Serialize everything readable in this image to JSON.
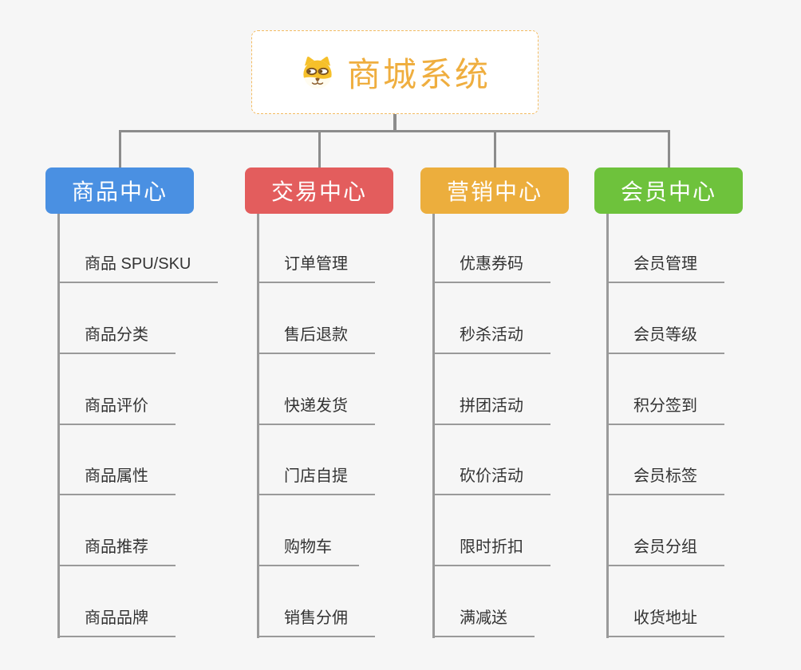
{
  "root": {
    "title": "商城系统",
    "icon": "dog-face-icon"
  },
  "colors": {
    "background": "#f6f6f6",
    "root_border": "#f3bc63",
    "root_text": "#efae3f",
    "connector": "#8c8c8c",
    "leaf_line": "#9a9a9a",
    "leaf_text": "#333333",
    "branch_product": "#4a90e2",
    "branch_trade": "#e35d5d",
    "branch_marketing": "#ecae3d",
    "branch_member": "#6ec23c"
  },
  "branches": [
    {
      "label": "商品中心",
      "color": "#4a90e2",
      "children": [
        "商品 SPU/SKU",
        "商品分类",
        "商品评价",
        "商品属性",
        "商品推荐",
        "商品品牌"
      ]
    },
    {
      "label": "交易中心",
      "color": "#e35d5d",
      "children": [
        "订单管理",
        "售后退款",
        "快递发货",
        "门店自提",
        "购物车",
        "销售分佣"
      ]
    },
    {
      "label": "营销中心",
      "color": "#ecae3d",
      "children": [
        "优惠券码",
        "秒杀活动",
        "拼团活动",
        "砍价活动",
        "限时折扣",
        "满减送"
      ]
    },
    {
      "label": "会员中心",
      "color": "#6ec23c",
      "children": [
        "会员管理",
        "会员等级",
        "积分签到",
        "会员标签",
        "会员分组",
        "收货地址"
      ]
    }
  ]
}
